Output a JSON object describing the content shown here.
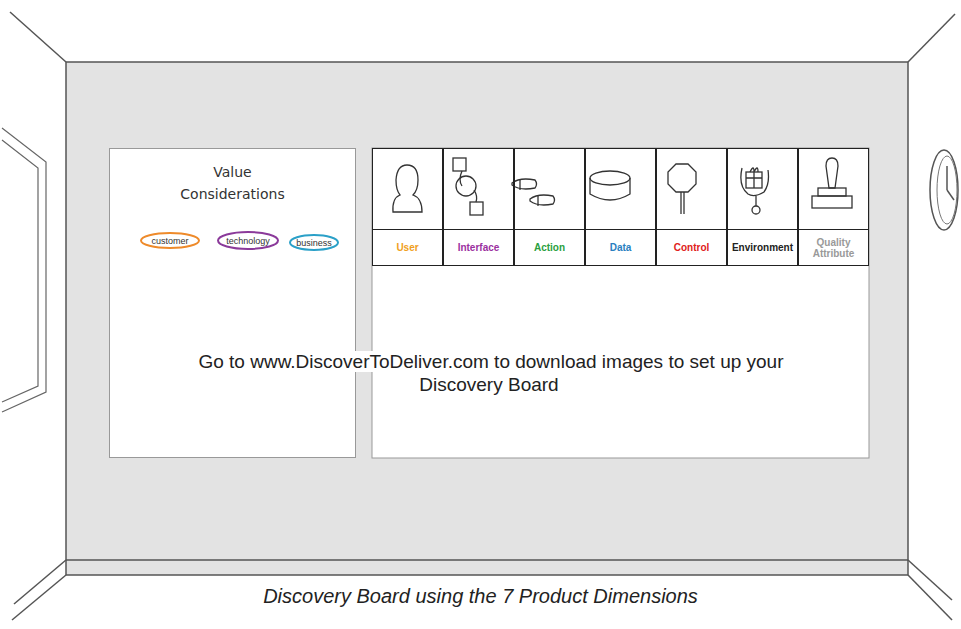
{
  "diagram": {
    "caption": "Discovery Board using the 7 Product Dimensions",
    "nodes": [
      {
        "text": [
          "Value Considerations"
        ]
      },
      {
        "text": [
          "customer"
        ],
        "in": 0
      },
      {
        "text": [
          "technology"
        ],
        "in": 0
      },
      {
        "text": [
          "business"
        ],
        "in": 0
      },
      {
        "text": [
          "User"
        ]
      },
      {
        "text": [
          "Interface"
        ]
      },
      {
        "text": [
          "Action"
        ]
      },
      {
        "text": [
          "Data"
        ]
      },
      {
        "text": [
          "Control"
        ]
      },
      {
        "text": [
          "Environment"
        ]
      },
      {
        "text": [
          "Quality Attribute"
        ]
      }
    ],
    "edges": [
      {
        "from": 1,
        "to": 2,
        "arrow": "none"
      },
      {
        "from": 2,
        "to": 3,
        "arrow": "none"
      }
    ],
    "labels": [
      "Go to www.DiscoverToDeliver.com to download images to set up your Discovery Board"
    ]
  }
}
